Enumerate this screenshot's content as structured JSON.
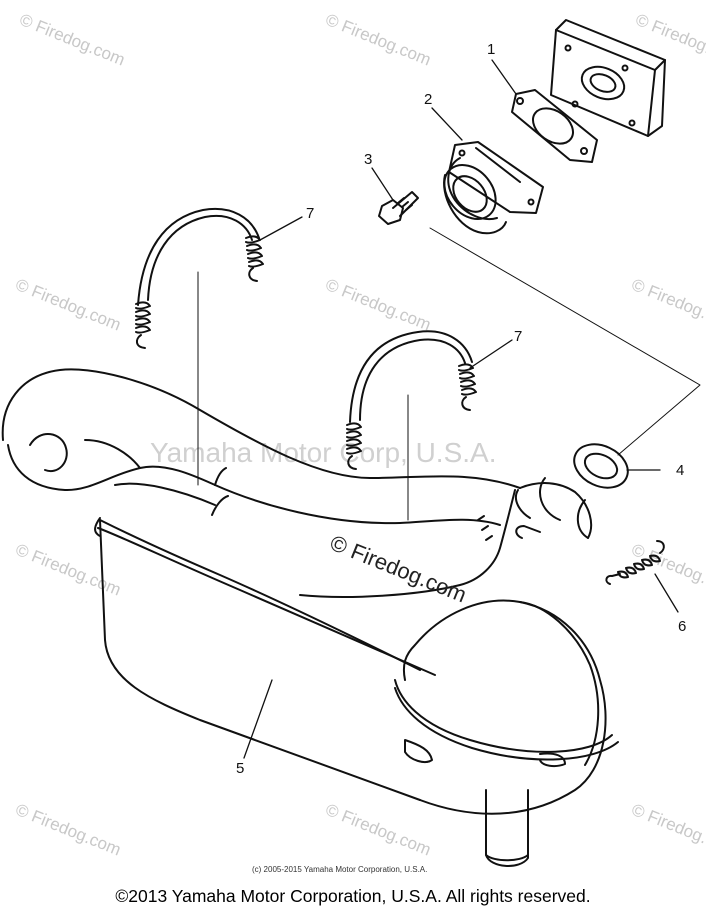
{
  "diagram": {
    "callouts": {
      "c1": "1",
      "c2": "2",
      "c3": "3",
      "c4": "4",
      "c5": "5",
      "c6": "6",
      "c7a": "7",
      "c7b": "7"
    },
    "watermarks": {
      "center": "Yamaha Motor Corp, U.S.A.",
      "firedog_dark": "© Firedog.com",
      "firedog_light": "© Firedog.com"
    },
    "small_copyright": "(c) 2005-2015 Yamaha Motor Corporation, U.S.A.",
    "footer": "©2013 Yamaha Motor Corporation, U.S.A. All rights reserved."
  }
}
